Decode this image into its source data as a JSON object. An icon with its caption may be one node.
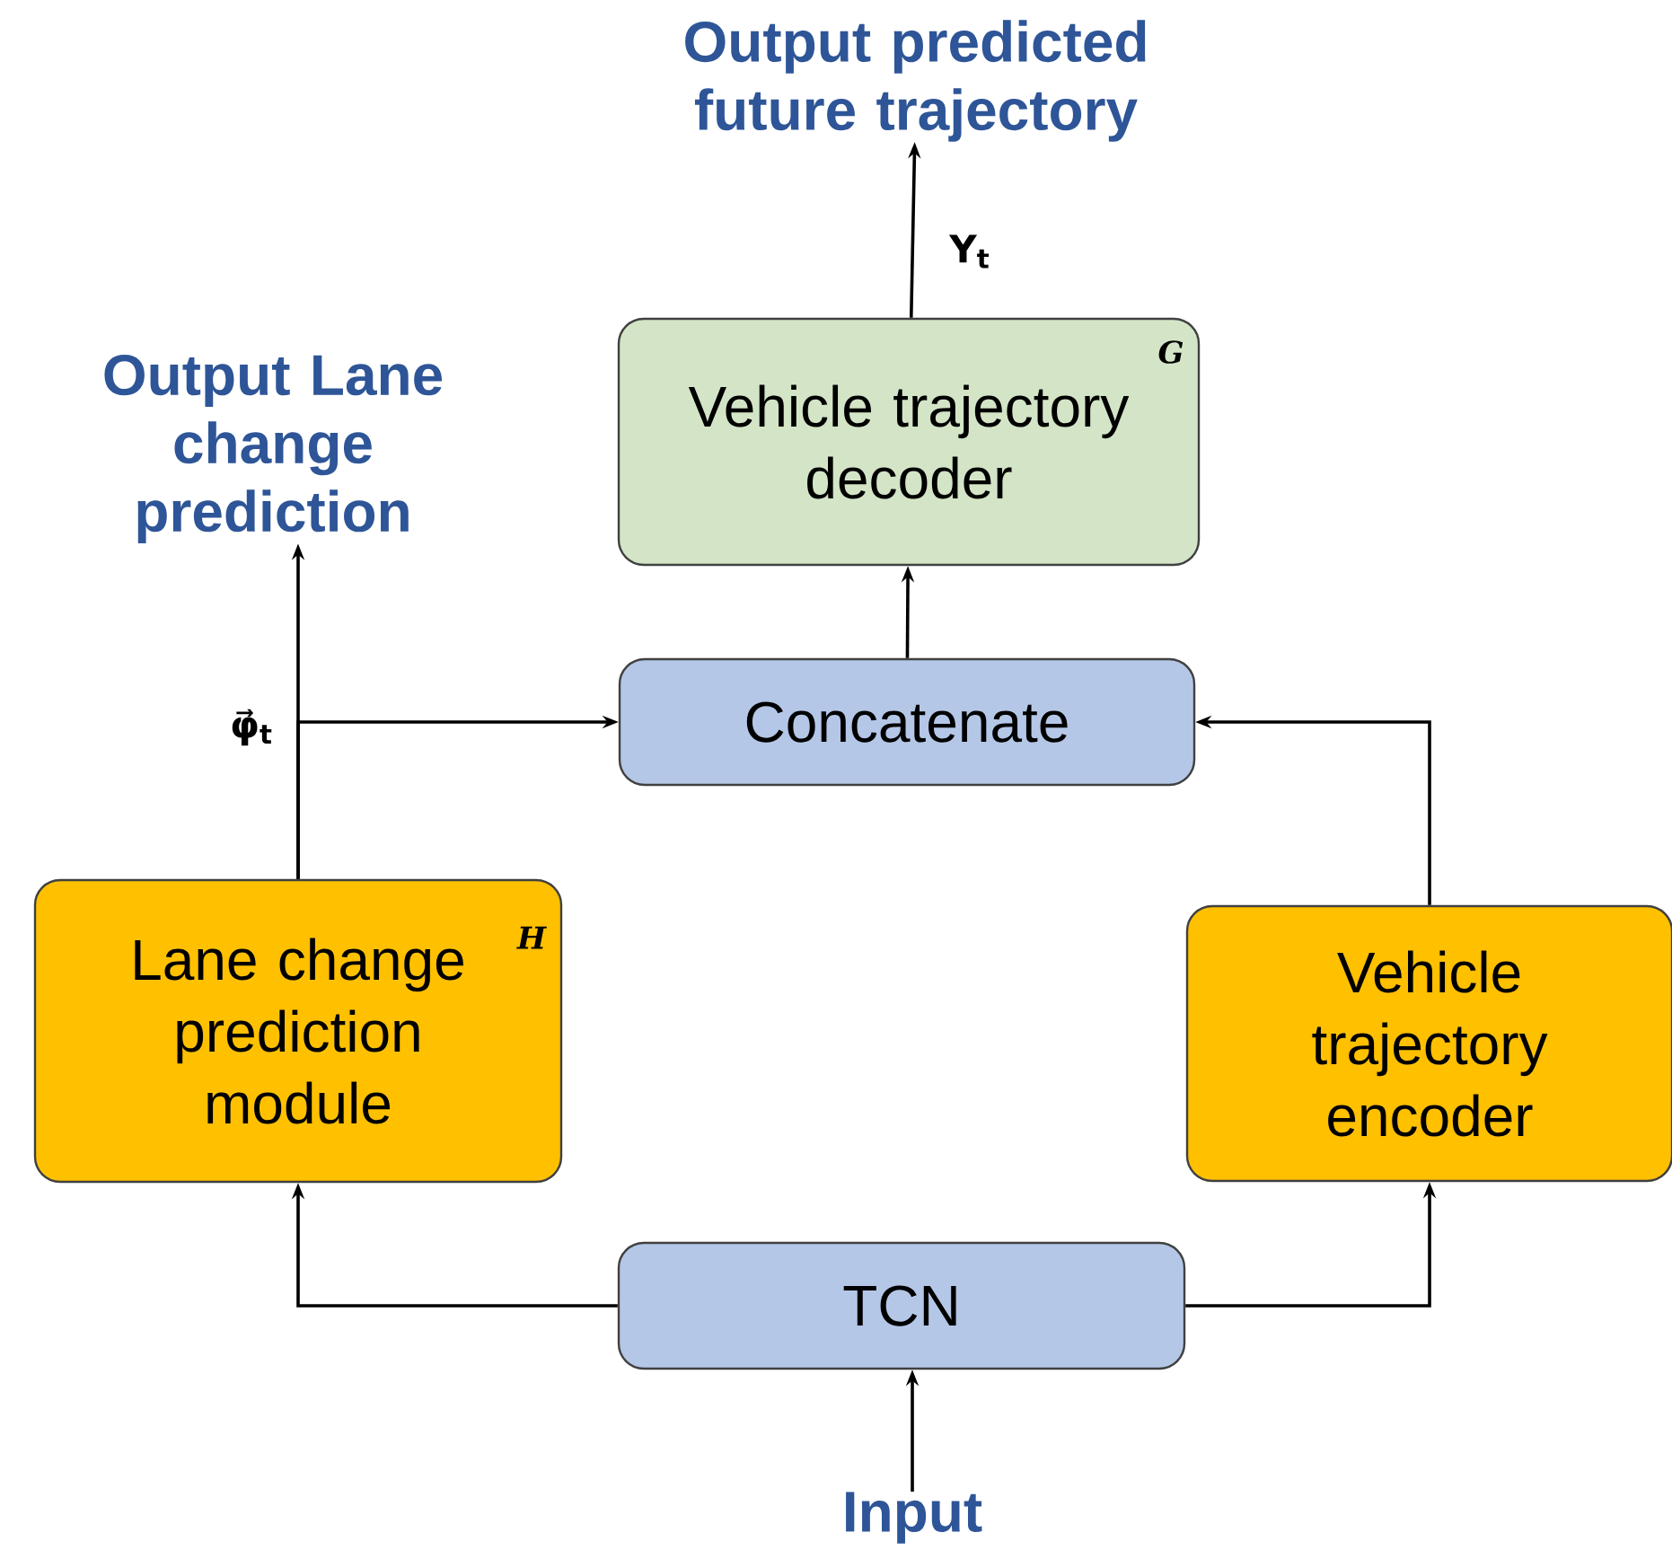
{
  "diagram": {
    "nodes": [
      {
        "text": [
          "Output predicted future trajectory"
        ]
      },
      {
        "text": [
          "Output Lane change prediction"
        ]
      },
      {
        "text": [
          "Vehicle trajectory decoder",
          "G"
        ]
      },
      {
        "text": [
          "Concatenate"
        ]
      },
      {
        "text": [
          "Lane change prediction module",
          "H"
        ]
      },
      {
        "text": [
          "Vehicle trajectory encoder"
        ]
      },
      {
        "text": [
          "TCN"
        ]
      },
      {
        "text": [
          "Input"
        ]
      }
    ],
    "edges": [
      {
        "from": 7,
        "to": 6,
        "arrow": "to"
      },
      {
        "from": 6,
        "to": 4,
        "arrow": "to"
      },
      {
        "from": 6,
        "to": 5,
        "arrow": "to"
      },
      {
        "from": 4,
        "to": 1,
        "arrow": "to"
      },
      {
        "from": 4,
        "to": 3,
        "arrow": "to",
        "label": "φ⃗$_{t}$"
      },
      {
        "from": 5,
        "to": 3,
        "arrow": "to"
      },
      {
        "from": 3,
        "to": 2,
        "arrow": "to"
      },
      {
        "from": 2,
        "to": 0,
        "arrow": "to",
        "label": "Y$_{t}$"
      }
    ]
  }
}
